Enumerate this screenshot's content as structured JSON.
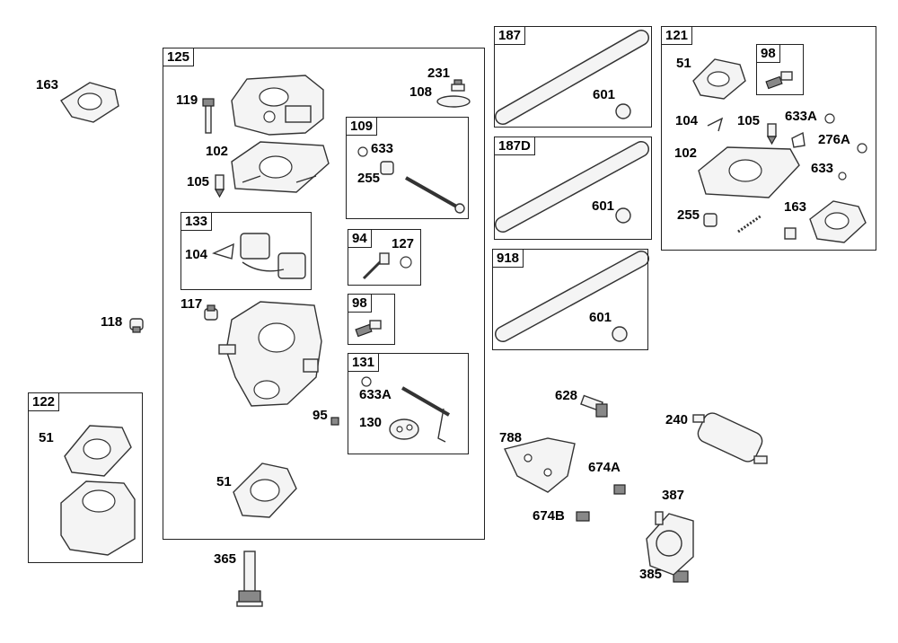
{
  "boxes": {
    "b125": "125",
    "b109": "109",
    "b133": "133",
    "b94": "94",
    "b98a": "98",
    "b131": "131",
    "b122": "122",
    "b187": "187",
    "b187d": "187D",
    "b918": "918",
    "b121": "121",
    "b98b": "98"
  },
  "labels": {
    "l163a": "163",
    "l119": "119",
    "l102a": "102",
    "l105a": "105",
    "l231": "231",
    "l108": "108",
    "l633a": "633",
    "l255a": "255",
    "l104a": "104",
    "l127": "127",
    "l117": "117",
    "l118": "118",
    "l95": "95",
    "l633Aa": "633A",
    "l130": "130",
    "l51a": "51",
    "l51b": "51",
    "l365": "365",
    "l601a": "601",
    "l601b": "601",
    "l601c": "601",
    "l51c": "51",
    "l104b": "104",
    "l105b": "105",
    "l633Ab": "633A",
    "l276A": "276A",
    "l102b": "102",
    "l633b": "633",
    "l255b": "255",
    "l163b": "163",
    "l628": "628",
    "l240": "240",
    "l788": "788",
    "l674A": "674A",
    "l387": "387",
    "l674B": "674B",
    "l385": "385"
  }
}
